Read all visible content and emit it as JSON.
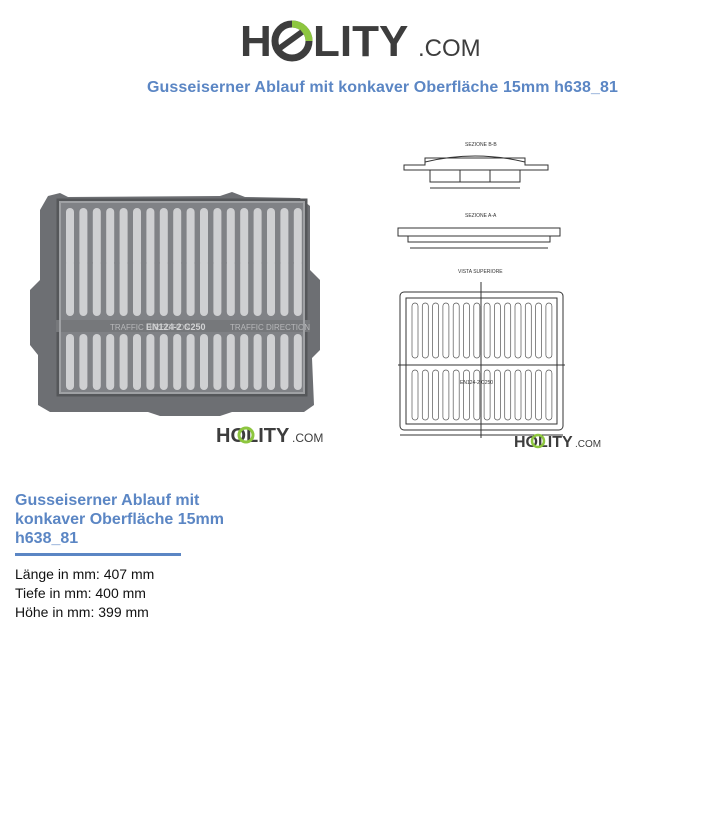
{
  "brand": {
    "logo_text_main": "HOLITY",
    "logo_text_domain": ".COM"
  },
  "page": {
    "title": "Gusseiserner Ablauf mit konkaver Oberfläche 15mm h638_81"
  },
  "image": {
    "watermark_main": "HOLITY",
    "watermark_domain": ".COM",
    "drawing_labels": {
      "section_b": "SEZIONE B-B",
      "section_a": "SEZIONE A-A",
      "top_view": "VISTA SUPERIORE",
      "marking": "EN124-2 C250"
    }
  },
  "product": {
    "heading": "Gusseiserner Ablauf mit konkaver Oberfläche 15mm h638_81",
    "specs": [
      {
        "label": "Länge in mm:",
        "value": "407 mm"
      },
      {
        "label": "Tiefe in mm:",
        "value": "400 mm"
      },
      {
        "label": "Höhe in mm:",
        "value": "399 mm"
      }
    ]
  },
  "colors": {
    "accent": "#5b86c4",
    "logo_gray": "#3d3d3d",
    "logo_green": "#8dc63f"
  }
}
